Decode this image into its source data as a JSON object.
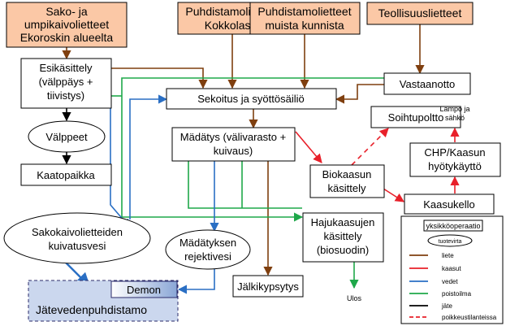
{
  "sources": {
    "sako_line1": "Sako- ja",
    "sako_line2": "umpikaivolietteet",
    "sako_line3": "Ekoroskin alueelta",
    "kokkola_line1": "Puhdistamolietteet",
    "kokkola_line2": "Kokkolasta",
    "muut_line1": "Puhdistamolietteet",
    "muut_line2": "muista kunnista",
    "teollisuus": "Teollisuuslietteet"
  },
  "processes": {
    "esikasittely_line1": "Esikäsittely",
    "esikasittely_line2": "(välppäys +",
    "esikasittely_line3": "tiivistys)",
    "vastaanotto": "Vastaanotto",
    "sekoitus": "Sekoitus ja syöttösäiliö",
    "madatys_line1": "Mädätys (välivarasto +",
    "madatys_line2": "kuivaus)",
    "kaatopaikka": "Kaatopaikka",
    "biokaasu_line1": "Biokaasun",
    "biokaasu_line2": "käsittely",
    "soihtupoltto": "Soihtupoltto",
    "chp_line1": "CHP/Kaasun",
    "chp_line2": "hyötykäyttö",
    "kaasukello": "Kaasukello",
    "hajukaasu_line1": "Hajukaasujen",
    "hajukaasu_line2": "käsittely",
    "hajukaasu_line3": "(biosuodin)",
    "jalkikypsytys": "Jälkikypsytys",
    "demon": "Demon",
    "jatevesi": "Jätevedenpuhdistamo"
  },
  "products": {
    "valppeet": "Välppeet",
    "sakokaivo_line1": "Sakokaivolietteiden",
    "sakokaivo_line2": "kuivatusvesi",
    "madatyksen_line1": "Mädätyksen",
    "madatyksen_line2": "rejektivesi"
  },
  "outputs": {
    "lampo_line1": "Lämpö ja",
    "lampo_line2": "sähkö",
    "ulos": "Ulos"
  },
  "legend": {
    "unit_op": "yksikköoperaatio",
    "flow": "tuotevirta",
    "items": [
      {
        "label": "liete",
        "color": "#7f3f0f"
      },
      {
        "label": "kaasut",
        "color": "#e8202a"
      },
      {
        "label": "vedet",
        "color": "#2a6fc4"
      },
      {
        "label": "poistoilma",
        "color": "#1fa84a"
      },
      {
        "label": "jäte",
        "color": "#000000"
      },
      {
        "label": "poikkeustilanteissa",
        "color": "#e8202a"
      }
    ]
  }
}
